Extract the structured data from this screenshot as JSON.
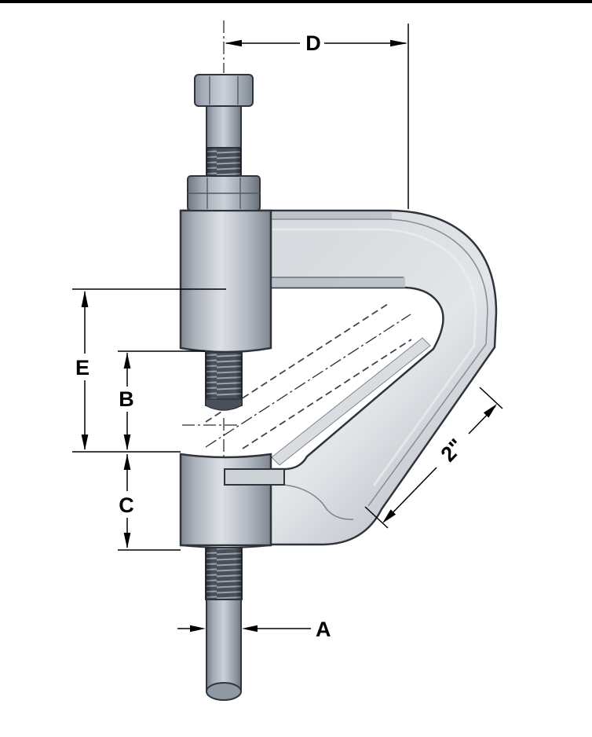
{
  "page": {
    "background": "#ffffff",
    "top_border_color": "#000000"
  },
  "drawing": {
    "labels": {
      "d": "D",
      "e": "E",
      "b": "B",
      "c": "C",
      "a": "A",
      "throat": "2\""
    },
    "colors": {
      "outline": "#2f343a",
      "body_light": "#e3e6e9",
      "body_mid": "#c3c8cf",
      "body_dark": "#99a0a9",
      "steel_dark": "#6a717d",
      "steel_light": "#ccd1d9",
      "thread_dark": "#4a505a",
      "dimension_line": "#000000"
    }
  }
}
